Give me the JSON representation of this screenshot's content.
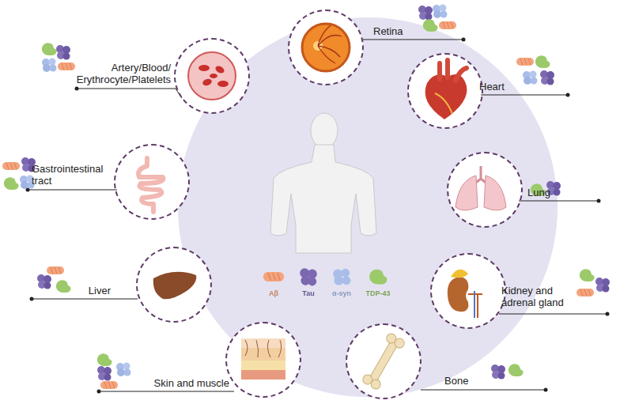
{
  "diagram": {
    "nodes": [
      {
        "text": [
          "Retina"
        ]
      },
      {
        "text": [
          "Heart"
        ]
      },
      {
        "text": [
          "Lung"
        ]
      },
      {
        "text": [
          "Kidney and adrenal gland"
        ]
      },
      {
        "text": [
          "Bone"
        ]
      },
      {
        "text": [
          "Skin and muscle"
        ]
      },
      {
        "text": [
          "Liver"
        ]
      },
      {
        "text": [
          "Gastrointestinal tract"
        ]
      },
      {
        "text": [
          "Artery/Blood/ Erythrocyte/Platelets"
        ]
      }
    ],
    "legend": [
      {
        "text": "Aβ",
        "color": "#f4a47c"
      },
      {
        "text": "Tau",
        "color": "#7b68b0"
      },
      {
        "text": "α-syn",
        "color": "#a9bde8"
      },
      {
        "text": "TDP-43",
        "color": "#9cca6a"
      }
    ]
  }
}
